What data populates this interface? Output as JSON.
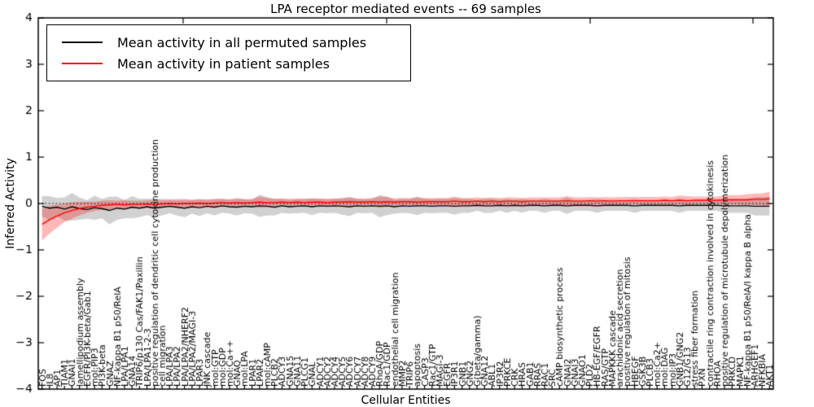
{
  "title": "LPA receptor mediated events -- 69 samples",
  "legend": [
    {
      "label": "Mean activity in all permuted samples",
      "color": "#000000"
    },
    {
      "label": "Mean activity in patient samples",
      "color": "#ff0000"
    }
  ],
  "chart_data": {
    "type": "line",
    "title": "LPA receptor mediated events -- 69 samples",
    "xlabel": "Cellular Entities",
    "ylabel": "Inferred Activity",
    "ylim": [
      -4,
      4
    ],
    "yticks": [
      -4,
      -3,
      -2,
      -1,
      0,
      1,
      2,
      3,
      4
    ],
    "grid": false,
    "legend_position": "upper left",
    "zero_line": {
      "style": "dotted",
      "color": "#000000",
      "y": 0
    },
    "categories": [
      "FOS",
      "IL8",
      "AP1",
      "TIAM1",
      "GNAI1",
      "lamellipodium assembly",
      "EGFR/PI3K-beta/Gab1",
      "mol:PIP3",
      "PI3K-beta",
      "GNAZ",
      "NF-kappa B1 p50/RelA",
      "LPA/LPA1",
      "GNA14",
      "TRIP6/p130 Cas/FAK1/Paxillin",
      "LPA/LPA1-2-3",
      "positive regulation of dendritic cell cytokine production",
      "cell migration",
      "LPA/LPA3",
      "LPA/LPA2",
      "LPA/LPA2/NHERF2",
      "LPA/LPA2/MAGI-3",
      "LPAR3",
      "JNK cascade",
      "mol:GTP",
      "mol:GDP",
      "mol:Ca++",
      "GNAQ",
      "mol:LPA",
      "LPAR1",
      "LPAR2",
      "mol:cAMP",
      "PLCB2",
      "ADCY3",
      "GNA15",
      "GNA11",
      "PLCG1",
      "GNAL",
      "ADCY1",
      "ADCY2",
      "ADCY4",
      "ADCY5",
      "ADCY6",
      "ADCY7",
      "ADCY8",
      "ADCY9",
      "RhoA/GDP",
      "Rac1/GDP",
      "endothelial cell migration",
      "MMP2",
      "TRIP6",
      "apoptosis",
      "CASP3",
      "Rac1/GTP",
      "MAGI-3",
      "EGFR",
      "IP3R1",
      "GNB1",
      "GNG2",
      "G(beta/gamma)",
      "GNA12",
      "ABL1",
      "IP3R2",
      "PRKCE",
      "CRK",
      "HRAS",
      "GAB1",
      "RRAS",
      "RAC1",
      "SRC",
      "cAMP biosynthetic process",
      "GNAI2",
      "GNAI3",
      "GNAO1",
      "PLD2",
      "HB-EGF/EGFR",
      "RAS/GTP",
      "MAPKKK cascade",
      "arachidonic acid secretion",
      "positive regulation of mitosis",
      "HBEGF",
      "GSK3B",
      "PLCB3",
      "mol:Ca2+",
      "mol:DAG",
      "mol:IP3",
      "GNB1/GNG2",
      "G12/G13",
      "stress fiber formation",
      "PXN",
      "contractile ring contraction involved in cytokinesis",
      "RHOA",
      "positive regulation of microtubule depolymerization",
      "PRKCD",
      "MAPK1",
      "NF-kappa B1 p50/RelA/I kappa B alpha",
      "ARHGEF1",
      "NFKBIA",
      "AKT1"
    ],
    "series": [
      {
        "name": "Mean activity in all permuted samples",
        "color": "#000000",
        "band_color": "rgba(0,0,0,0.18)",
        "values": [
          -0.06,
          -0.1,
          -0.08,
          -0.12,
          -0.07,
          -0.11,
          -0.13,
          -0.09,
          -0.11,
          -0.15,
          -0.1,
          -0.12,
          -0.08,
          -0.1,
          -0.07,
          -0.1,
          -0.08,
          -0.06,
          -0.08,
          -0.1,
          -0.07,
          -0.09,
          -0.06,
          -0.08,
          -0.05,
          -0.07,
          -0.08,
          -0.06,
          -0.07,
          -0.05,
          -0.06,
          -0.08,
          -0.05,
          -0.07,
          -0.06,
          -0.05,
          -0.07,
          -0.05,
          -0.06,
          -0.05,
          -0.06,
          -0.07,
          -0.05,
          -0.06,
          -0.05,
          -0.06,
          -0.05,
          -0.07,
          -0.05,
          -0.06,
          -0.05,
          -0.05,
          -0.06,
          -0.05,
          -0.05,
          -0.06,
          -0.05,
          -0.05,
          -0.04,
          -0.05,
          -0.05,
          -0.04,
          -0.05,
          -0.04,
          -0.05,
          -0.04,
          -0.04,
          -0.05,
          -0.04,
          -0.04,
          -0.05,
          -0.04,
          -0.04,
          -0.04,
          -0.05,
          -0.04,
          -0.04,
          -0.04,
          -0.04,
          -0.05,
          -0.04,
          -0.04,
          -0.04,
          -0.04,
          -0.04,
          -0.05,
          -0.04,
          -0.04,
          -0.04,
          -0.04,
          -0.04,
          -0.05,
          -0.05,
          -0.05,
          -0.05,
          -0.06,
          -0.06,
          -0.06
        ],
        "band": [
          0.22,
          0.26,
          0.2,
          0.25,
          0.3,
          0.24,
          0.2,
          0.26,
          0.21,
          0.3,
          0.25,
          0.2,
          0.24,
          0.2,
          0.18,
          0.2,
          0.18,
          0.15,
          0.18,
          0.2,
          0.15,
          0.18,
          0.15,
          0.18,
          0.15,
          0.15,
          0.18,
          0.15,
          0.15,
          0.24,
          0.2,
          0.18,
          0.15,
          0.15,
          0.15,
          0.15,
          0.18,
          0.15,
          0.15,
          0.15,
          0.18,
          0.2,
          0.15,
          0.15,
          0.15,
          0.24,
          0.2,
          0.15,
          0.15,
          0.15,
          0.2,
          0.15,
          0.15,
          0.15,
          0.15,
          0.18,
          0.15,
          0.15,
          0.12,
          0.15,
          0.15,
          0.12,
          0.15,
          0.12,
          0.15,
          0.12,
          0.12,
          0.15,
          0.12,
          0.12,
          0.18,
          0.12,
          0.12,
          0.12,
          0.15,
          0.12,
          0.12,
          0.12,
          0.12,
          0.15,
          0.12,
          0.12,
          0.12,
          0.12,
          0.12,
          0.15,
          0.12,
          0.12,
          0.12,
          0.12,
          0.12,
          0.15,
          0.15,
          0.15,
          0.15,
          0.2,
          0.2,
          0.2
        ]
      },
      {
        "name": "Mean activity in patient samples",
        "color": "#ff0000",
        "band_color": "rgba(255,0,0,0.28)",
        "values": [
          -0.45,
          -0.35,
          -0.27,
          -0.2,
          -0.15,
          -0.11,
          -0.08,
          -0.06,
          -0.04,
          -0.03,
          -0.02,
          -0.03,
          -0.02,
          -0.02,
          -0.01,
          -0.02,
          -0.01,
          0,
          -0.01,
          0,
          0,
          0.01,
          0,
          0.01,
          0.02,
          0.01,
          0.02,
          0.01,
          0.02,
          0.03,
          0.02,
          0.02,
          0.03,
          0.02,
          0.03,
          0.02,
          0.03,
          0.03,
          0.02,
          0.03,
          0.03,
          0.04,
          0.03,
          0.03,
          0.04,
          0.03,
          0.04,
          0.03,
          0.04,
          0.04,
          0.03,
          0.04,
          0.04,
          0.04,
          0.04,
          0.05,
          0.04,
          0.04,
          0.05,
          0.04,
          0.05,
          0.04,
          0.05,
          0.05,
          0.04,
          0.05,
          0.05,
          0.05,
          0.05,
          0.05,
          0.06,
          0.05,
          0.05,
          0.06,
          0.05,
          0.06,
          0.05,
          0.06,
          0.06,
          0.06,
          0.06,
          0.06,
          0.06,
          0.07,
          0.06,
          0.07,
          0.06,
          0.07,
          0.07,
          0.07,
          0.07,
          0.08,
          0.08,
          0.08,
          0.08,
          0.09,
          0.09,
          0.1
        ],
        "band": [
          0.35,
          0.3,
          0.25,
          0.2,
          0.18,
          0.15,
          0.12,
          0.1,
          0.1,
          0.1,
          0.08,
          0.1,
          0.08,
          0.08,
          0.08,
          0.1,
          0.08,
          0.08,
          0.08,
          0.08,
          0.08,
          0.08,
          0.08,
          0.08,
          0.08,
          0.08,
          0.1,
          0.08,
          0.08,
          0.12,
          0.1,
          0.08,
          0.08,
          0.08,
          0.08,
          0.08,
          0.08,
          0.08,
          0.08,
          0.08,
          0.08,
          0.1,
          0.08,
          0.08,
          0.08,
          0.12,
          0.1,
          0.08,
          0.08,
          0.08,
          0.1,
          0.08,
          0.08,
          0.08,
          0.08,
          0.1,
          0.08,
          0.08,
          0.08,
          0.08,
          0.08,
          0.08,
          0.08,
          0.08,
          0.08,
          0.08,
          0.08,
          0.08,
          0.08,
          0.08,
          0.1,
          0.08,
          0.08,
          0.08,
          0.08,
          0.08,
          0.08,
          0.08,
          0.08,
          0.08,
          0.08,
          0.08,
          0.08,
          0.08,
          0.08,
          0.1,
          0.1,
          0.08,
          0.08,
          0.08,
          0.08,
          0.1,
          0.1,
          0.1,
          0.12,
          0.12,
          0.13,
          0.15
        ]
      }
    ]
  }
}
